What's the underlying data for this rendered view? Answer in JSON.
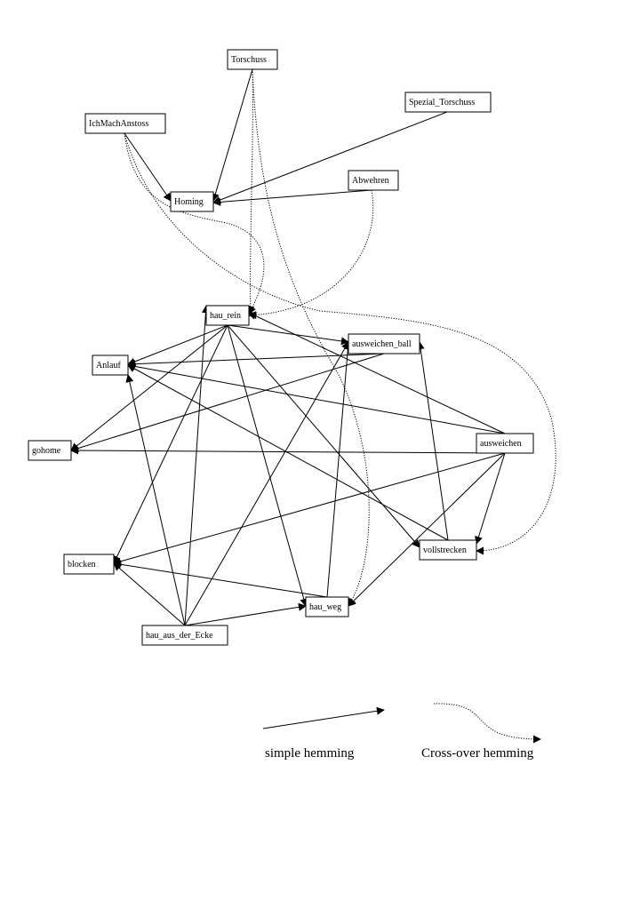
{
  "nodes": {
    "torschuss": "Torschuss",
    "spezial_torschuss": "Spezial_Torschuss",
    "ichmachanstoss": "IchMachAnstoss",
    "abwehren": "Abwehren",
    "homing": "Homing",
    "hau_rein": "hau_rein",
    "ausweichen_ball": "ausweichen_ball",
    "anlauf": "Anlauf",
    "ausweichen": "ausweichen",
    "gohome": "gohome",
    "vollstrecken": "vollstrecken",
    "blocken": "blocken",
    "hau_weg": "hau_weg",
    "hau_aus_der_ecke": "hau_aus_der_Ecke"
  },
  "edges": [
    {
      "from": "torschuss",
      "to": "homing",
      "kind": "simple hemming"
    },
    {
      "from": "ichmachanstoss",
      "to": "homing",
      "kind": "simple hemming"
    },
    {
      "from": "spezial_torschuss",
      "to": "homing",
      "kind": "simple hemming"
    },
    {
      "from": "abwehren",
      "to": "homing",
      "kind": "simple hemming"
    },
    {
      "from": "hau_rein",
      "to": "ausweichen_ball",
      "kind": "simple hemming"
    },
    {
      "from": "hau_rein",
      "to": "anlauf",
      "kind": "simple hemming"
    },
    {
      "from": "hau_rein",
      "to": "gohome",
      "kind": "simple hemming"
    },
    {
      "from": "hau_rein",
      "to": "blocken",
      "kind": "simple hemming"
    },
    {
      "from": "hau_rein",
      "to": "hau_weg",
      "kind": "simple hemming"
    },
    {
      "from": "hau_rein",
      "to": "vollstrecken",
      "kind": "simple hemming"
    },
    {
      "from": "ausweichen_ball",
      "to": "anlauf",
      "kind": "simple hemming"
    },
    {
      "from": "ausweichen_ball",
      "to": "gohome",
      "kind": "simple hemming"
    },
    {
      "from": "ausweichen",
      "to": "hau_rein",
      "kind": "simple hemming"
    },
    {
      "from": "ausweichen",
      "to": "anlauf",
      "kind": "simple hemming"
    },
    {
      "from": "ausweichen",
      "to": "gohome",
      "kind": "simple hemming"
    },
    {
      "from": "ausweichen",
      "to": "vollstrecken",
      "kind": "simple hemming"
    },
    {
      "from": "ausweichen",
      "to": "blocken",
      "kind": "simple hemming"
    },
    {
      "from": "ausweichen",
      "to": "hau_weg",
      "kind": "simple hemming"
    },
    {
      "from": "vollstrecken",
      "to": "anlauf",
      "kind": "simple hemming"
    },
    {
      "from": "vollstrecken",
      "to": "ausweichen_ball",
      "kind": "simple hemming"
    },
    {
      "from": "hau_weg",
      "to": "blocken",
      "kind": "simple hemming"
    },
    {
      "from": "hau_weg",
      "to": "ausweichen_ball",
      "kind": "simple hemming"
    },
    {
      "from": "hau_aus_der_ecke",
      "to": "hau_rein",
      "kind": "simple hemming"
    },
    {
      "from": "hau_aus_der_ecke",
      "to": "anlauf",
      "kind": "simple hemming"
    },
    {
      "from": "hau_aus_der_ecke",
      "to": "blocken",
      "kind": "simple hemming"
    },
    {
      "from": "hau_aus_der_ecke",
      "to": "hau_weg",
      "kind": "simple hemming"
    },
    {
      "from": "hau_aus_der_ecke",
      "to": "ausweichen_ball",
      "kind": "simple hemming"
    },
    {
      "from": "torschuss",
      "to": "hau_rein",
      "kind": "Cross-over hemming"
    },
    {
      "from": "torschuss",
      "to": "hau_weg",
      "kind": "Cross-over hemming"
    },
    {
      "from": "ichmachanstoss",
      "to": "hau_rein",
      "kind": "Cross-over hemming"
    },
    {
      "from": "ichmachanstoss",
      "to": "vollstrecken",
      "kind": "Cross-over hemming"
    },
    {
      "from": "abwehren",
      "to": "hau_rein",
      "kind": "Cross-over hemming"
    }
  ],
  "legend": {
    "simple": "simple hemming",
    "crossover": "Cross-over hemming"
  }
}
